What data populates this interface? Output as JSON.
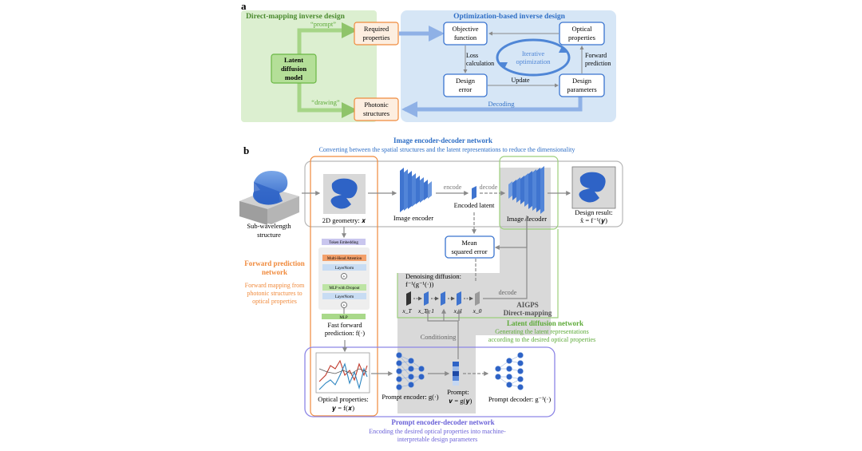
{
  "panel_a": {
    "letter": "a",
    "direct": {
      "title": "Direct-mapping inverse design",
      "prompt": "“prompt”",
      "drawing": "“drawing”",
      "ldm": [
        "Latent",
        "diffusion",
        "model"
      ]
    },
    "required_properties": [
      "Required",
      "properties"
    ],
    "photonic_structures": [
      "Photonic",
      "structures"
    ],
    "optimization": {
      "title": "Optimization-based inverse design",
      "objective": [
        "Objective",
        "function"
      ],
      "optical": [
        "Optical",
        "properties"
      ],
      "design_error": [
        "Design",
        "error"
      ],
      "design_params": [
        "Design",
        "parameters"
      ],
      "iterative": [
        "Iterative",
        "optimization"
      ],
      "loss": [
        "Loss",
        "calculation"
      ],
      "forward": [
        "Forward",
        "prediction"
      ],
      "update": "Update",
      "decoding": "Decoding"
    }
  },
  "panel_b": {
    "letter": "b",
    "image_net": {
      "title": "Image encoder-decoder network",
      "subtitle": "Converting between the spatial structures and the latent representations to reduce the dimensionality"
    },
    "subwavelength": [
      "Sub-wavelength",
      "structure"
    ],
    "geometry": "2D geometry: 𝒙",
    "image_encoder": "Image encoder",
    "encode": "encode",
    "decode": "decode",
    "encoded_latent": "Encoded latent",
    "image_decoder": "Image decoder",
    "design_result": [
      "Design result:",
      "x̂ = f⁻¹(𝒚)"
    ],
    "mse": [
      "Mean",
      "squared error"
    ],
    "forward_net": {
      "title": [
        "Forward prediction",
        "network"
      ],
      "desc": [
        "Forward mapping from",
        "photonic structures to",
        "optical properties"
      ]
    },
    "transformer": {
      "token": "Token Embedding",
      "mha": "Multi-Head Attention",
      "ln1": "LayerNorm",
      "mlp_drop": "MLP with Dropout",
      "ln2": "LayerNorm",
      "mlp": "MLP"
    },
    "fast_forward": [
      "Fast forward",
      "prediction: f(·)"
    ],
    "denoising": [
      "Denoising diffusion:",
      "f⁻¹(g⁻¹(·))"
    ],
    "decode2": "decode",
    "x_labels": [
      "x_T",
      "x_T−1",
      "x_1",
      "x_0"
    ],
    "aigps": [
      "AIGPS",
      "Direct-mapping"
    ],
    "latent_net": {
      "title": "Latent diffusion network",
      "desc": [
        "Generating the latent representations",
        "according to the desired optical properties"
      ]
    },
    "conditioning": "Conditioning",
    "optical_props": [
      "Optical properties:",
      "𝒚 = f(𝒙)"
    ],
    "prompt_encoder": "Prompt encoder: g(·)",
    "prompt": [
      "Prompt:",
      "𝒗 = g(𝒚)"
    ],
    "prompt_decoder": "Prompt decoder: g⁻¹(·)",
    "prompt_net": {
      "title": "Prompt encoder-decoder network",
      "desc": [
        "Encoding the desired optical properties into machine-",
        "interpretable design parameters"
      ]
    }
  },
  "colors": {
    "green_bg": "#dcefd0",
    "blue_bg": "#d6e6f6",
    "orange": "#f08a3c",
    "blue_text": "#2f6fc6",
    "green_text": "#5daa38",
    "purple": "#6b62d8"
  }
}
